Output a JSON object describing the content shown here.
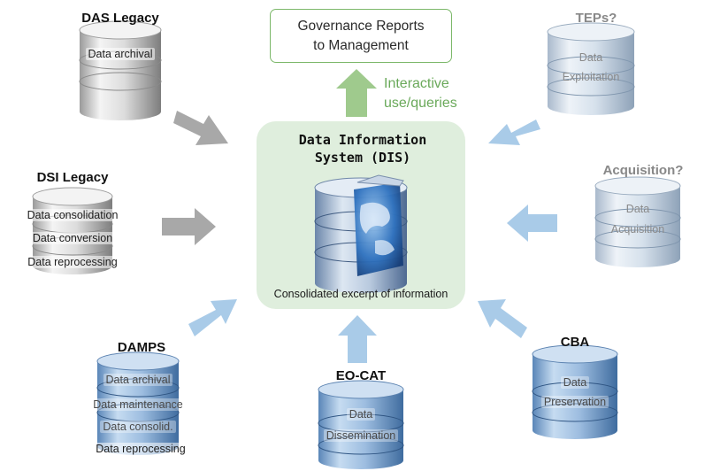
{
  "governance": {
    "line1": "Governance Reports",
    "line2": "to Management"
  },
  "interactive": {
    "line1": "Interactive",
    "line2": "use/queries"
  },
  "dis": {
    "title_line1": "Data Information",
    "title_line2": "System (DIS)",
    "caption": "Consolidated excerpt of information"
  },
  "das_legacy": {
    "title": "DAS Legacy",
    "items": [
      "Data archival"
    ]
  },
  "dsi_legacy": {
    "title": "DSI Legacy",
    "items": [
      "Data consolidation",
      "Data conversion",
      "Data reprocessing"
    ]
  },
  "damps": {
    "title": "DAMPS",
    "items": [
      "Data archival",
      "Data maintenance",
      "Data consolid.",
      "Data reprocessing"
    ]
  },
  "eo_cat": {
    "title": "EO-CAT",
    "items": [
      "Data",
      "Dissemination"
    ]
  },
  "cba": {
    "title": "CBA",
    "items": [
      "Data",
      "Preservation"
    ]
  },
  "acquisition": {
    "title": "Acquisition?",
    "items": [
      "Data",
      "Acquisition"
    ]
  },
  "teps": {
    "title": "TEPs?",
    "items": [
      "Data",
      "Exploitation"
    ]
  },
  "colors": {
    "gray_arrow": "#a8a8a8",
    "blue_arrow": "#a9cbe8",
    "green_arrow": "#9fca8d",
    "dis_panel": "#dfeedd",
    "gray_db": "#e2e2e2",
    "blue_db": "#a7c6e6",
    "pale_db": "#d3dfec"
  }
}
